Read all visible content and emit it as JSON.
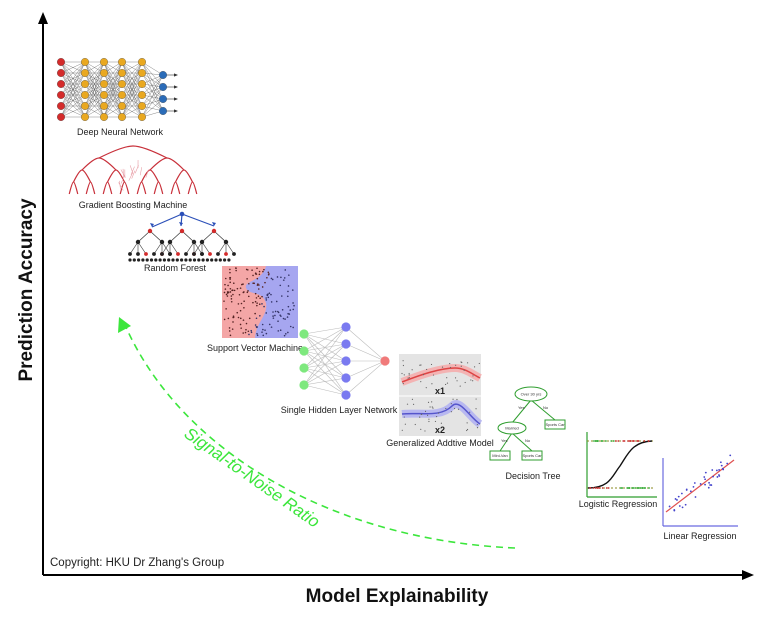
{
  "axes": {
    "x_title": "Model Explainability",
    "y_title": "Prediction Accuracy"
  },
  "arrow_label": "Signal-to-Noise Ratio",
  "copyright": "Copyright: HKU Dr Zhang's Group",
  "models": [
    {
      "id": "dnn",
      "label": "Deep Neural Network"
    },
    {
      "id": "gbm",
      "label": "Gradient Boosting Machine"
    },
    {
      "id": "rf",
      "label": "Random Forest"
    },
    {
      "id": "svm",
      "label": "Support Vector Machine"
    },
    {
      "id": "shln",
      "label": "Single Hidden Layer Network"
    },
    {
      "id": "gam",
      "label": "Generalized Addtive Model"
    },
    {
      "id": "dt",
      "label": "Decision Tree"
    },
    {
      "id": "logreg",
      "label": "Logistic Regression"
    },
    {
      "id": "linreg",
      "label": "Linear Regression"
    }
  ],
  "gam_panels": {
    "top": "x1",
    "bottom": "x2"
  },
  "decision_tree": {
    "root": "Over 30 yrs",
    "yes": "Yes",
    "no": "No",
    "married": "Married",
    "sports_car_right": "Sports Car",
    "mini_van": "Mini-Van",
    "sports_car_left": "Sports Car"
  },
  "colors": {
    "input_red": "#d42b2b",
    "hidden_gold": "#e9a820",
    "output_blue": "#2b6cb8",
    "gbm_red": "#c8303a",
    "svm_pink": "#f4a6a6",
    "svm_blue": "#a6a6f0",
    "shln_green": "#7ee87e",
    "shln_purple": "#7a7af0",
    "shln_salmon": "#f07a7a",
    "snr_green": "#3ce63c",
    "dt_green": "#2f9e2f"
  }
}
